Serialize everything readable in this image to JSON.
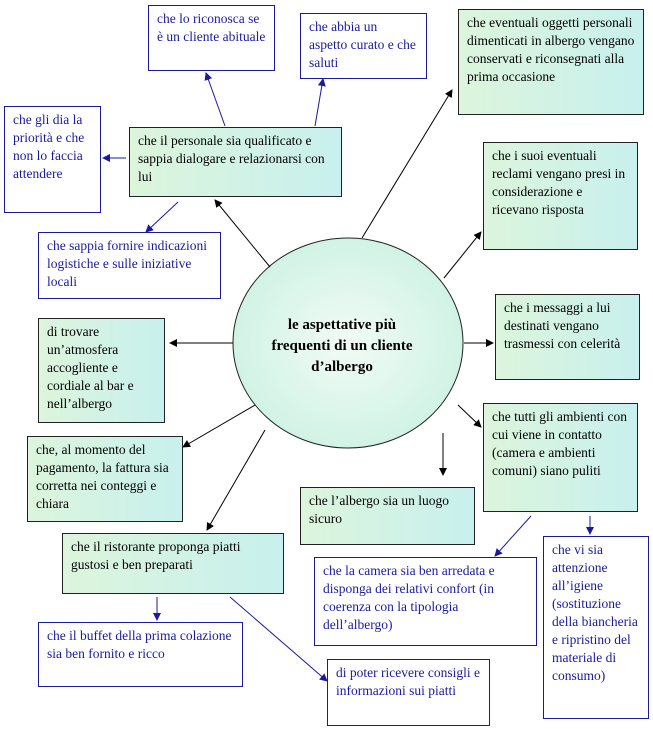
{
  "center": "le aspettative più frequenti di un cliente d’albergo",
  "boxes": {
    "personale": "che il personale sia qualificato e sappia dialogare e relazionarsi con lui",
    "riconosca": "che lo riconosca se è un cliente abituale",
    "aspetto": "che abbia un aspetto curato e che saluti",
    "priorita": "che gli dia la priorità e che non lo faccia attendere",
    "logistiche": "che sappia fornire indicazioni logistiche e sulle iniziative locali",
    "oggetti": "che eventuali oggetti personali dimenticati in albergo vengano conservati e riconsegnati alla prima occasione",
    "reclami": "che i suoi eventuali reclami vengano presi in considerazione e ricevano risposta",
    "messaggi": "che i messaggi a lui destinati vengano trasmessi con celerità",
    "ambienti": "che tutti gli ambienti con cui viene in contatto (camera e ambienti comuni) siano puliti",
    "atmosfera": "di trovare un’atmosfera accogliente e cordiale al bar e nell’albergo",
    "fattura": "che, al momento del pagamento, la fattura sia corretta nei conteggi e chiara",
    "sicuro": "che l’albergo sia un luogo sicuro",
    "ristorante": "che il ristorante proponga piatti gustosi e ben preparati",
    "buffet": "che il buffet della prima colazione sia ben fornito e ricco",
    "consigli": "di poter ricevere consigli e informazioni sui piatti",
    "camera": "che la camera sia ben arredata e disponga dei relativi confort (in coerenza con la tipologia dell’albergo)",
    "igiene": "che vi sia attenzione all’igiene (sostituzione della biancheria e ripristino del materiale di consumo)"
  },
  "colors": {
    "primary_border": "#222222",
    "secondary_text": "#1a1aa0",
    "circle_fill": "#d9f6ec"
  }
}
